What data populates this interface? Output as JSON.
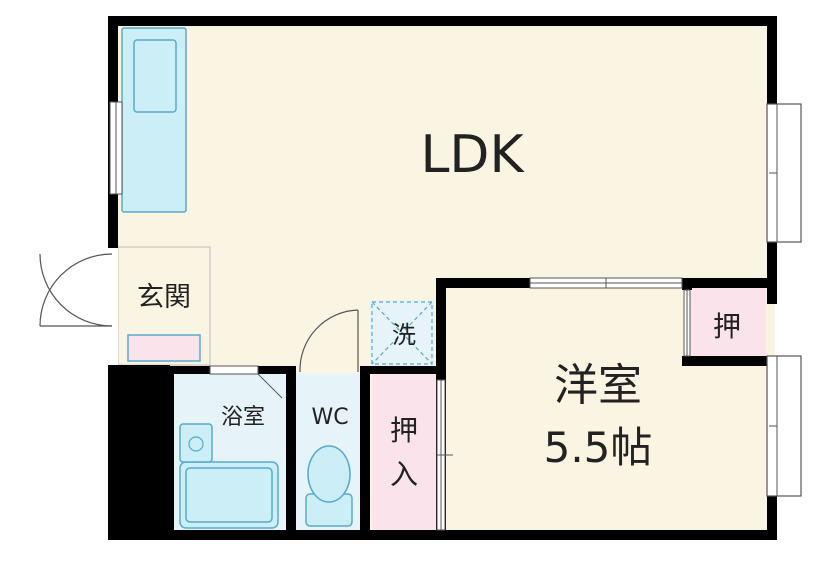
{
  "rooms": {
    "ldk": "LDK",
    "genkan": "玄関",
    "senmen": "洗",
    "yokushitsu": "浴室",
    "wc": "WC",
    "oshiire_top": "押",
    "oshiire_bottom": "入",
    "yoshitsu": "洋室",
    "yoshitsu_size": "5.5帖",
    "oshi_small": "押"
  },
  "colors": {
    "floor": "#FAF5E3",
    "wall": "#000000",
    "fixture": "#CCEEF7",
    "fixture_stroke": "#5AA9C8",
    "storage": "#FBE3EC",
    "wet_area": "#E6F4FA"
  }
}
